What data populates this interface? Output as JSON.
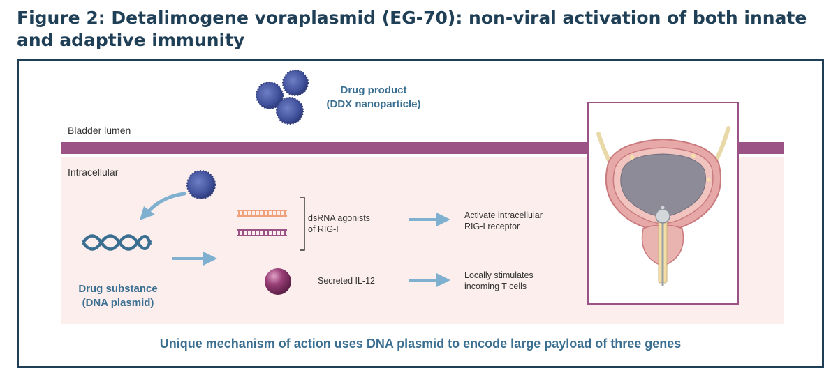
{
  "figure": {
    "title": "Figure 2: Detalimogene voraplasmid (EG-70): non-viral activation of both innate and adaptive immunity"
  },
  "regions": {
    "lumen_label": "Bladder lumen",
    "intracellular_label": "Intracellular"
  },
  "drug_product": {
    "line1": "Drug product",
    "line2": "(DDX nanoparticle)"
  },
  "drug_substance": {
    "line1": "Drug substance",
    "line2": "(DNA plasmid)"
  },
  "pathways": {
    "dsrna": {
      "label_line1": "dsRNA agonists",
      "label_line2": "of RIG-I",
      "effect_line1": "Activate intracellular",
      "effect_line2": "RIG-I receptor"
    },
    "il12": {
      "label": "Secreted IL-12",
      "effect_line1": "Locally stimulates",
      "effect_line2": "incoming T cells"
    }
  },
  "caption": "Unique mechanism of action uses DNA plasmid to encode large payload of three genes",
  "colors": {
    "title": "#1f3f57",
    "accent_blue": "#3b6f92",
    "membrane": "#9a5384",
    "intracellular_bg": "#fbeeec",
    "arrow": "#7fb0cf",
    "nanoparticle": "#3f4f9a",
    "dsrna_orange": "#f0a07a",
    "dsrna_purple": "#9a5384",
    "il12_sphere": "#9a3f78"
  }
}
